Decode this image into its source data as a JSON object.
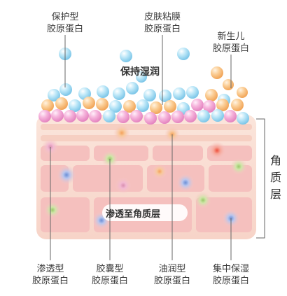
{
  "top_labels": [
    {
      "id": "protective",
      "line1": "保护型",
      "line2": "胶原蛋白"
    },
    {
      "id": "mucosa",
      "line1": "皮肤粘膜",
      "line2": "胶原蛋白"
    },
    {
      "id": "nascent",
      "line1": "新生儿",
      "line2": "胶原蛋白"
    }
  ],
  "bottom_labels": [
    {
      "id": "penetrating",
      "line1": "渗透型",
      "line2": "胶原蛋白"
    },
    {
      "id": "capsule",
      "line1": "胶囊型",
      "line2": "胶原蛋白"
    },
    {
      "id": "moisturizing",
      "line1": "油润型",
      "line2": "胶原蛋白"
    },
    {
      "id": "concentrated",
      "line1": "集中保湿",
      "line2": "胶原蛋白"
    }
  ],
  "callouts": {
    "keep_moist": "保持湿润",
    "penetrate": "渗透至角质层"
  },
  "side_label": {
    "chars": [
      "角",
      "质",
      "层"
    ]
  },
  "colors": {
    "blue_sphere": "#9fd8f0",
    "orange_sphere": "#f8c48a",
    "pink_sphere": "#f1a2cf",
    "skin_top": "#f8ddd2",
    "skin_cell": "#f6c7c4",
    "line": "#666666"
  }
}
